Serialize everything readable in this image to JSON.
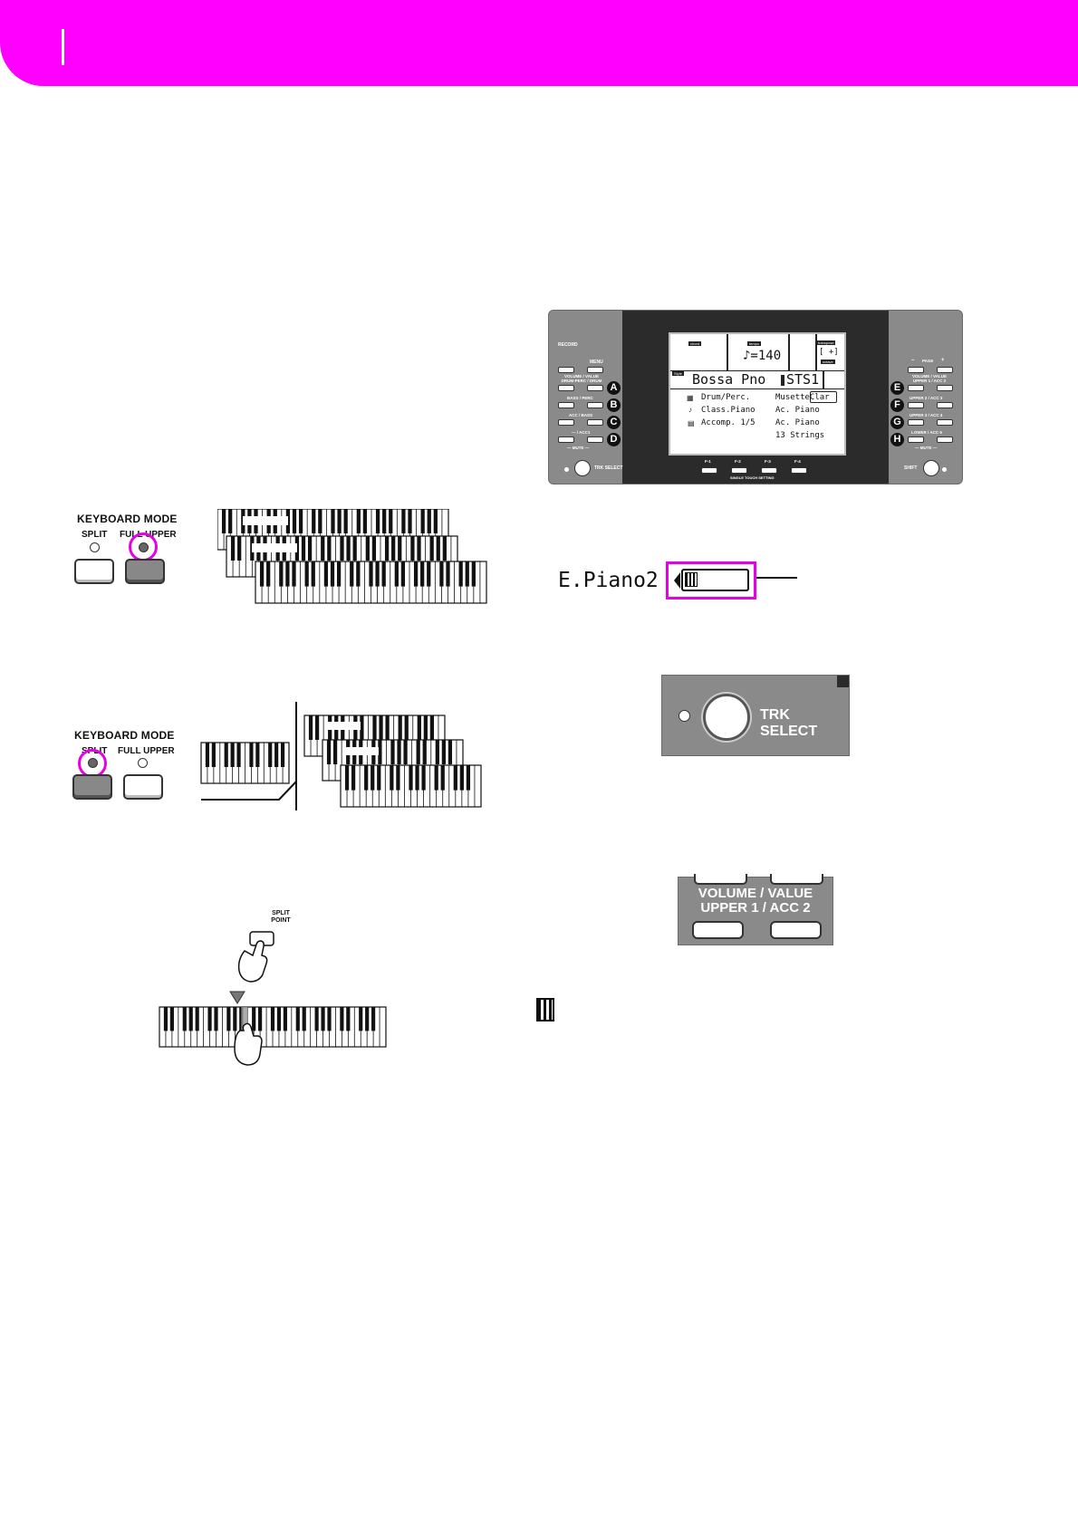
{
  "keyboard_mode_full": {
    "title": "KEYBOARD MODE",
    "split_label": "SPLIT",
    "full_upper_label": "FULL UPPER"
  },
  "keyboard_mode_split": {
    "title": "KEYBOARD MODE",
    "split_label": "SPLIT",
    "full_upper_label": "FULL UPPER"
  },
  "split_point": {
    "label_line1": "SPLIT",
    "label_line2": "POINT"
  },
  "display_panel": {
    "left_labels": {
      "record": "RECORD",
      "menu": "MENU",
      "volume_value_1": "VOLUME / VALUE",
      "volume_value_2": "DRUM-PERC / DRUM",
      "bass_perc": "BASS / PERC",
      "acc_bass": "ACC / BASS",
      "acc1": "— / ACC1",
      "mute": "— MUTE —"
    },
    "right_labels": {
      "page": "PAGE",
      "minus": "–",
      "plus": "+",
      "volume_value_1": "VOLUME / VALUE",
      "volume_value_2": "UPPER 1 / ACC 2",
      "upper2": "UPPER 2 / ACC 3",
      "upper3": "UPPER 3 / ACC 4",
      "lower": "LOWER / ACC 5",
      "mute": "— MUTE —"
    },
    "left_letters": [
      "A",
      "B",
      "C",
      "D"
    ],
    "right_letters": [
      "E",
      "F",
      "G",
      "H"
    ],
    "bottom": {
      "trk_select": "TRK SELECT",
      "shift": "SHIFT",
      "f_buttons": [
        "F-1",
        "F-2",
        "F-3",
        "F-4"
      ],
      "single_touch": "SINGLE TOUCH SETTING"
    },
    "screen": {
      "chord_tag": "chord",
      "tempo_tag": "tempo",
      "tempo_value": "♪=140",
      "transpose_tag": "transpose",
      "transpose_value": "[ +]",
      "octave_tag": "octave",
      "style_tag": "Style",
      "style_name": "Bossa Pno",
      "sts_name": "STS1",
      "rows": [
        {
          "icon": "drum",
          "left": "Drum/Perc.",
          "right": "MusetteClar"
        },
        {
          "icon": "bass",
          "left": "Class.Piano",
          "right": "Ac. Piano"
        },
        {
          "icon": "keys",
          "left": "Accomp. 1/5",
          "right": "Ac. Piano"
        },
        {
          "icon": "",
          "left": "",
          "right": "13 Strings"
        }
      ]
    }
  },
  "epiano_display": {
    "sound_name": "E.Piano2"
  },
  "trk_select_button": {
    "label": "TRK SELECT"
  },
  "volume_buttons": {
    "line1": "VOLUME / VALUE",
    "line2": "UPPER 1 / ACC 2"
  },
  "colors": {
    "accent": "#ff00ff",
    "highlight_ring": "#e600e6",
    "panel_gray": "#8a8a8a",
    "panel_dark": "#2b2b2b"
  },
  "icons": [
    "keyboard-icon",
    "hand-pointer-icon",
    "split-triangle-icon"
  ]
}
